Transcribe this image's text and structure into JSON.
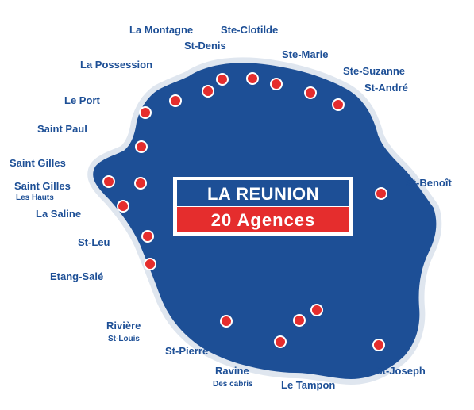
{
  "colors": {
    "island": "#1d4f96",
    "island_outline": "#dfe6ef",
    "dot": "#e52d2d",
    "label": "#1d4f96",
    "title_banner": "#1d4f96",
    "subtitle_banner": "#e52d2d"
  },
  "title": {
    "main": "LA REUNION",
    "sub": "20 Agences"
  },
  "places": [
    {
      "id": "la-montagne",
      "name": "La Montagne"
    },
    {
      "id": "ste-clotilde",
      "name": "Ste-Clotilde"
    },
    {
      "id": "st-denis",
      "name": "St-Denis"
    },
    {
      "id": "ste-marie",
      "name": "Ste-Marie"
    },
    {
      "id": "la-possession",
      "name": "La Possession"
    },
    {
      "id": "ste-suzanne",
      "name": "Ste-Suzanne"
    },
    {
      "id": "st-andre",
      "name": "St-André"
    },
    {
      "id": "le-port",
      "name": "Le Port"
    },
    {
      "id": "saint-paul",
      "name": "Saint Paul"
    },
    {
      "id": "saint-gilles",
      "name": "Saint Gilles"
    },
    {
      "id": "saint-gilles-les-hauts",
      "name": "Saint Gilles",
      "sub": "Les Hauts"
    },
    {
      "id": "st-benoit",
      "name": "St-Benoît"
    },
    {
      "id": "la-saline",
      "name": "La Saline"
    },
    {
      "id": "st-leu",
      "name": "St-Leu"
    },
    {
      "id": "etang-sale",
      "name": "Etang-Salé"
    },
    {
      "id": "riviere-st-louis",
      "name": "Rivière",
      "sub": "St-Louis"
    },
    {
      "id": "st-pierre",
      "name": "St-Pierre"
    },
    {
      "id": "ravine-des-cabris",
      "name": "Ravine",
      "sub": "Des cabris"
    },
    {
      "id": "st-joseph",
      "name": "St-Joseph"
    },
    {
      "id": "le-tampon",
      "name": "Le Tampon"
    }
  ]
}
